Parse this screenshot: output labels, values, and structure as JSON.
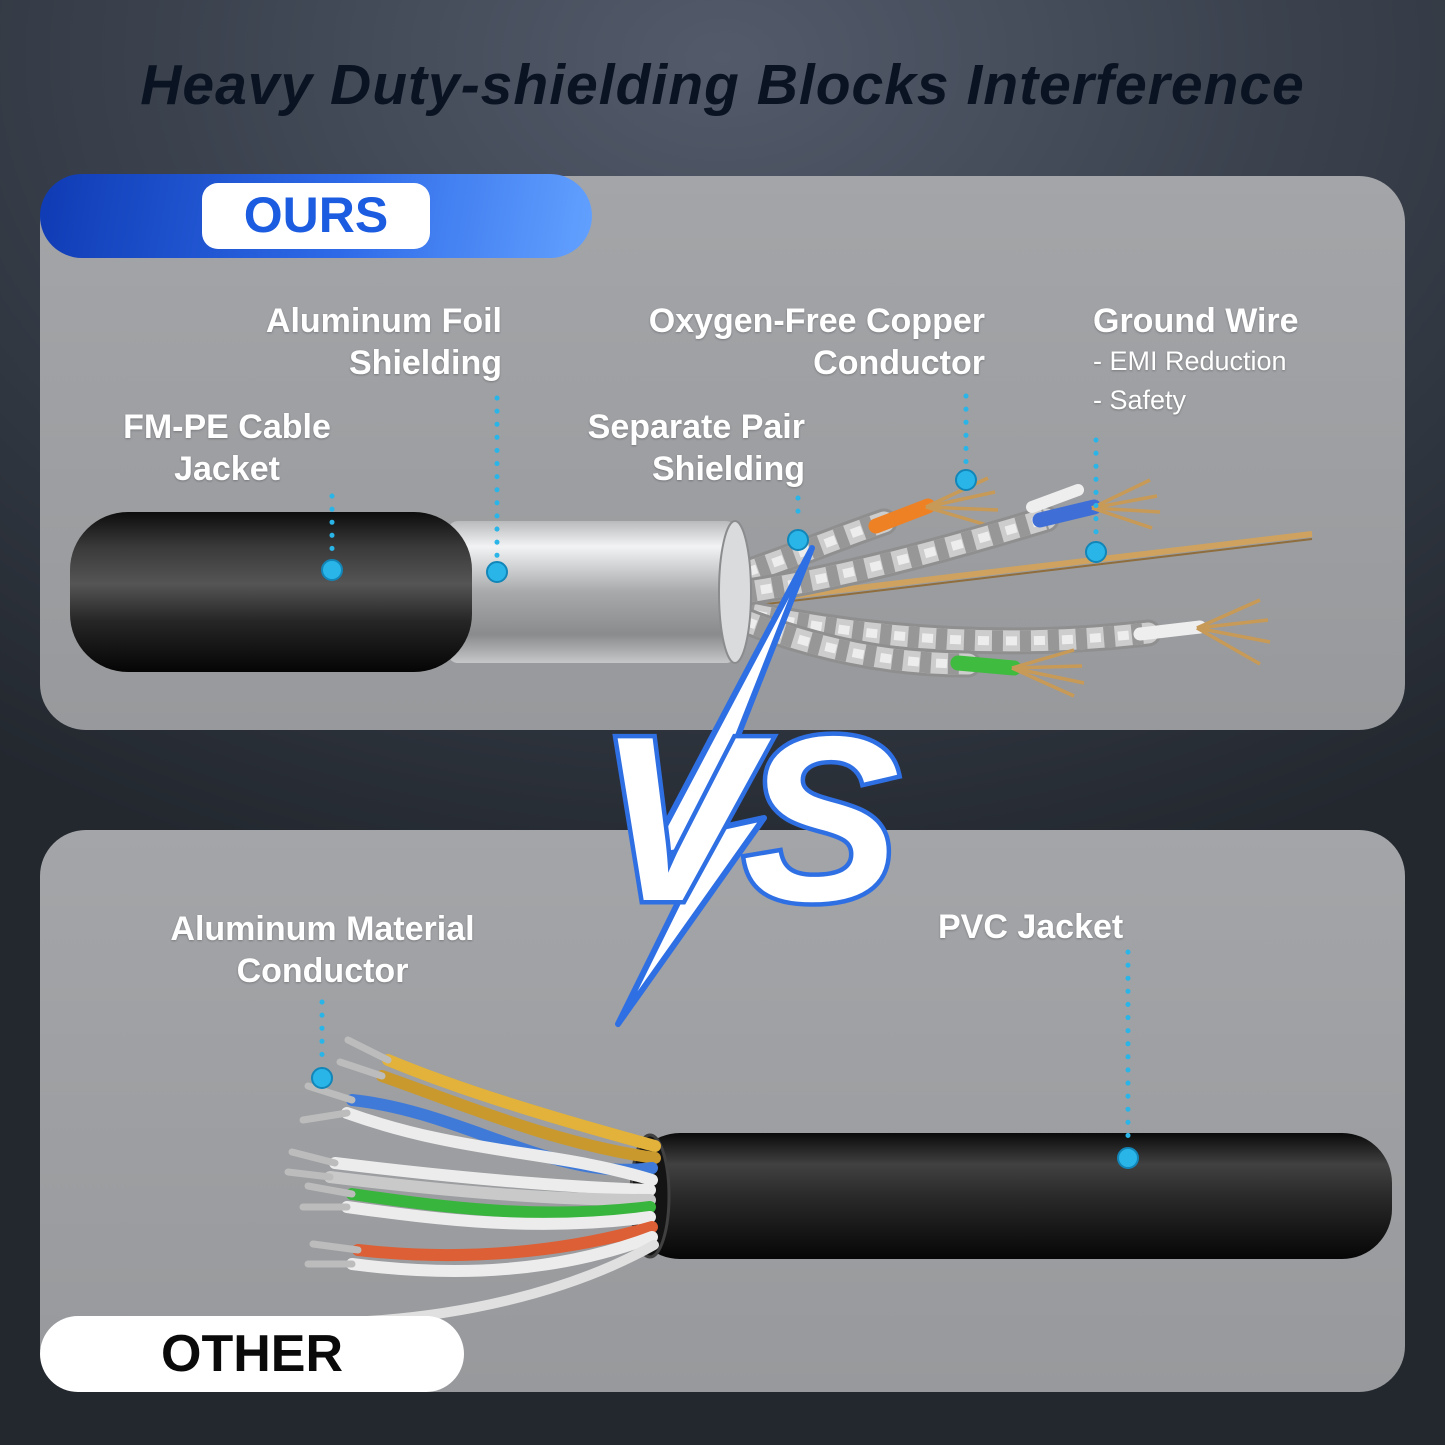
{
  "title": "Heavy Duty-shielding Blocks Interference",
  "vs_label": "VS",
  "ours": {
    "badge": "OURS",
    "labels": {
      "aluminum_foil": {
        "line1": "Aluminum Foil",
        "line2": "Shielding"
      },
      "oxygen_copper": {
        "line1": "Oxygen-Free Copper",
        "line2": "Conductor"
      },
      "ground_wire": {
        "title": "Ground Wire",
        "sub1": "- EMI Reduction",
        "sub2": "- Safety"
      },
      "fmpe_jacket": {
        "line1": "FM-PE Cable",
        "line2": "Jacket"
      },
      "separate_pair": {
        "line1": "Separate Pair",
        "line2": "Shielding"
      }
    }
  },
  "other": {
    "badge": "OTHER",
    "labels": {
      "aluminum_conductor": {
        "line1": "Aluminum Material",
        "line2": "Conductor"
      },
      "pvc_jacket": "PVC Jacket"
    }
  },
  "colors": {
    "accent_blue": "#2f6fe4",
    "leader_dot_cyan": "#2ab5e8",
    "panel_gray": "#9c9ea1",
    "title_navy": "#0a1322",
    "ours_badge_gradient_start": "#0f3bb4",
    "ours_badge_gradient_end": "#63a1ff"
  }
}
